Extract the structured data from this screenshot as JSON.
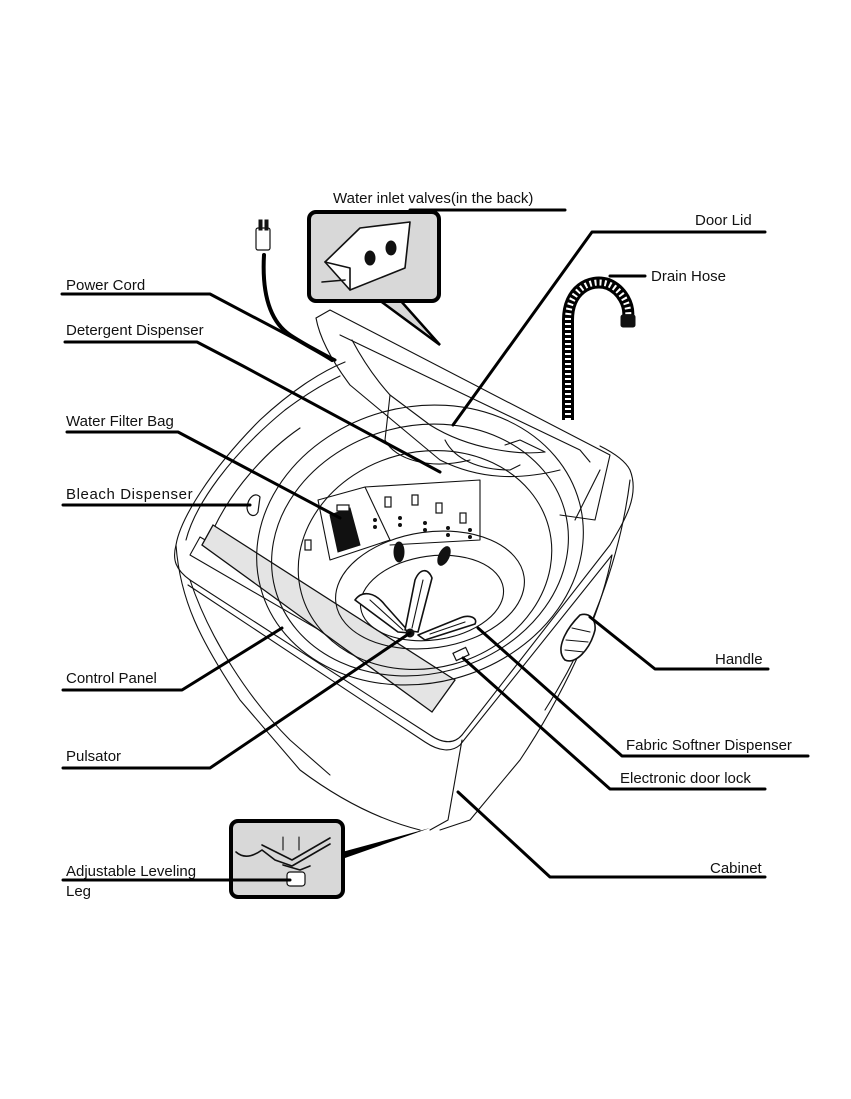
{
  "diagram": {
    "subject": "Top-load washing machine parts",
    "labels": {
      "water_inlet_valves": "Water inlet valves(in the back)",
      "door_lid": "Door Lid",
      "drain_hose": "Drain Hose",
      "power_cord": "Power Cord",
      "detergent_dispenser": "Detergent Dispenser",
      "water_filter_bag": "Water Filter Bag",
      "bleach_dispenser": "Bleach Dispenser",
      "control_panel": "Control Panel",
      "pulsator": "Pulsator",
      "adjustable_leveling_leg_line1": "Adjustable Leveling",
      "adjustable_leveling_leg_line2": "Leg",
      "handle": "Handle",
      "fabric_softener_dispenser": "Fabric Softner Dispenser",
      "electronic_door_lock": "Electronic door lock",
      "cabinet": "Cabinet"
    },
    "colors": {
      "line": "#111111",
      "inset_fill": "#d8d8d8",
      "control_panel_fill": "#e4e4e4",
      "background": "#ffffff"
    }
  }
}
